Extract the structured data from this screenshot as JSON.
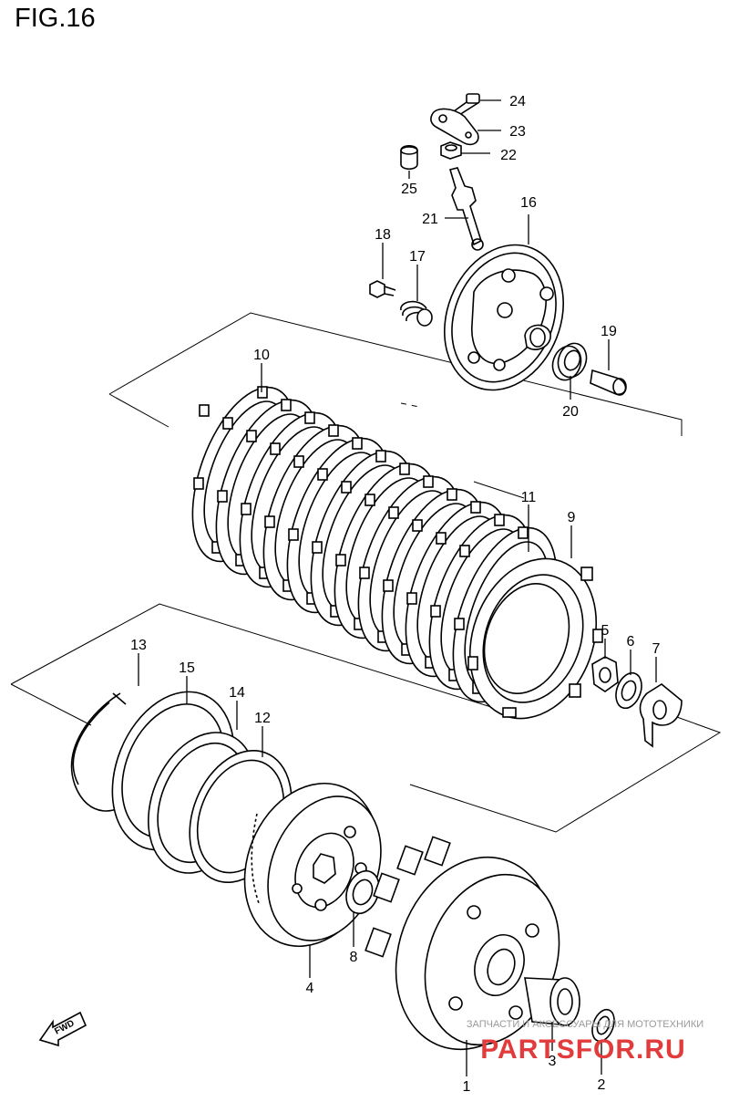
{
  "figure": {
    "title": "FIG.16"
  },
  "callouts": [
    "1",
    "2",
    "3",
    "4",
    "5",
    "6",
    "7",
    "8",
    "9",
    "10",
    "11",
    "12",
    "13",
    "14",
    "15",
    "16",
    "17",
    "18",
    "19",
    "20",
    "21",
    "22",
    "23",
    "24",
    "25"
  ],
  "fwd_label": "FWD",
  "watermark": {
    "subtitle": "ЗАПЧАСТИ И АКСЕССУАРЫ ДЛЯ МОТОТЕХНИКИ",
    "brand": "PARTSFOR.RU"
  }
}
